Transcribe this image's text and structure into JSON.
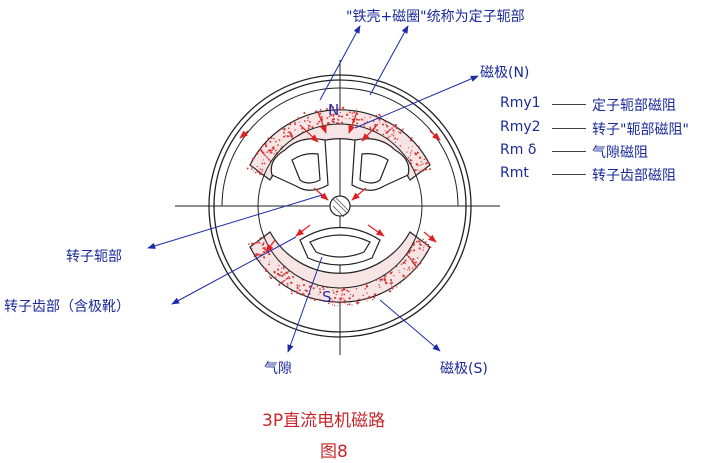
{
  "labels": {
    "stator_yoke": "\"铁壳+磁圈\"统称为定子轭部",
    "pole_n": "磁极(N)",
    "rotor_yoke": "转子轭部",
    "rotor_teeth": "转子齿部（含极靴）",
    "air_gap": "气隙",
    "pole_s": "磁极(S)",
    "n_marker": "N",
    "s_marker": "S"
  },
  "legend": [
    {
      "symbol": "Rmy1",
      "description": "定子轭部磁阻"
    },
    {
      "symbol": "Rmy2",
      "description": "转子\"轭部磁阻\""
    },
    {
      "symbol": "Rm δ",
      "description": "气隙磁阻"
    },
    {
      "symbol": "Rmt",
      "description": "转子齿部磁阻"
    }
  ],
  "caption": {
    "title": "3P直流电机磁路",
    "figure": "图8"
  },
  "colors": {
    "line": "#111111",
    "leader": "#1a2aa8",
    "flux": "#e02020",
    "magnet_dots": "#d43a3a",
    "text_blue": "#1a2a9a",
    "caption_red": "#c8262a"
  }
}
